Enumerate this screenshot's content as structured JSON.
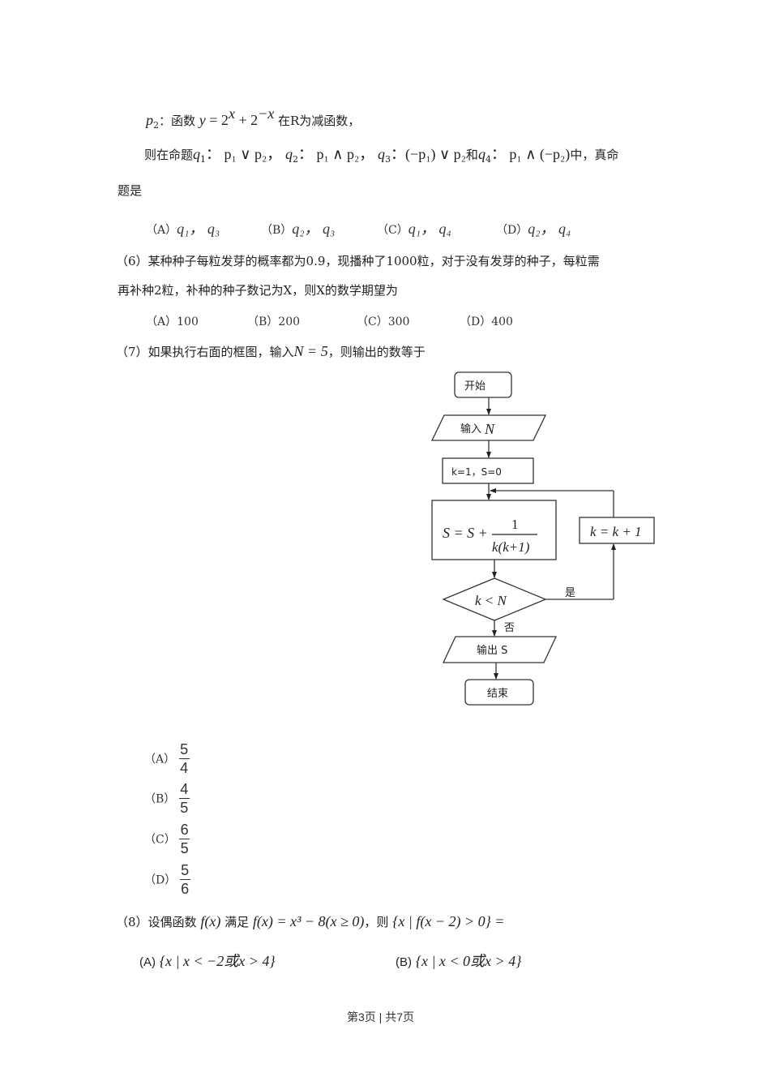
{
  "page": {
    "p2_line": {
      "label_p": "p",
      "label_sub": "2",
      "colon": "：函数 ",
      "y": "y",
      "eq": " = 2",
      "sup1": "x",
      "plus": " + 2",
      "sup2": "−x",
      "tail": " 在R为减函数，"
    },
    "q_line": {
      "prefix": "则在命题",
      "q1": "q",
      "q1_sub": "1",
      "q1_expr": "：  p₁ ∨ p₂，",
      "q2": "q",
      "q2_sub": "2",
      "q2_expr": "：  p₁ ∧ p₂，",
      "q3": "q",
      "q3_sub": "3",
      "q3_expr": "：(−p₁) ∨ p₂",
      "and": "和",
      "q4": "q",
      "q4_sub": "4",
      "q4_expr": "：  p₁ ∧ (−p₂)",
      "suffix": "中，真命"
    },
    "q_line_cont": "题是",
    "q5_options": [
      {
        "label": "（A）",
        "text": "q₁，  q₃"
      },
      {
        "label": "（B）",
        "text": "q₂，  q₃"
      },
      {
        "label": "（C）",
        "text": "q₁，  q₄"
      },
      {
        "label": "（D）",
        "text": "q₂，  q₄"
      }
    ],
    "q6": {
      "line1": "（6）某种种子每粒发芽的概率都为0.9，现播种了1000粒，对于没有发芽的种子，每粒需",
      "line2": "再补种2粒，补种的种子数记为X，则X的数学期望为",
      "options": [
        {
          "label": "（A）",
          "text": "100"
        },
        {
          "label": "（B）",
          "text": "200"
        },
        {
          "label": "（C）",
          "text": "300"
        },
        {
          "label": "（D）",
          "text": "400"
        }
      ]
    },
    "q7": {
      "stem_prefix": "（7）如果执行右面的框图，输入",
      "stem_math": "N = 5",
      "stem_suffix": "，则输出的数等于",
      "flowchart": {
        "start": "开始",
        "input": "输入",
        "input_var": "N",
        "init": "k=1，S=0",
        "process_lhs": "S = S +",
        "process_num": "1",
        "process_den": "k(k+1)",
        "increment": "k = k + 1",
        "condition": "k < N",
        "yes": "是",
        "no": "否",
        "output": "输出 S",
        "end": "结束"
      },
      "options": [
        {
          "label": "（A）",
          "num": "5",
          "den": "4"
        },
        {
          "label": "（B）",
          "num": "4",
          "den": "5"
        },
        {
          "label": "（C）",
          "num": "6",
          "den": "5"
        },
        {
          "label": "（D）",
          "num": "5",
          "den": "6"
        }
      ]
    },
    "q8": {
      "prefix": "（8）设偶函数",
      "fx": "f(x)",
      "mid": "满足",
      "def": "f(x) = x³ − 8(x ≥ 0)",
      "then": "，则",
      "set": "{x | f(x − 2) > 0} =",
      "options": [
        {
          "label": "(A)",
          "text": "{x | x < −2或x > 4}"
        },
        {
          "label": "(B)",
          "text": "{x | x < 0或x > 4}"
        }
      ]
    },
    "footer": "第3页 | 共7页"
  }
}
